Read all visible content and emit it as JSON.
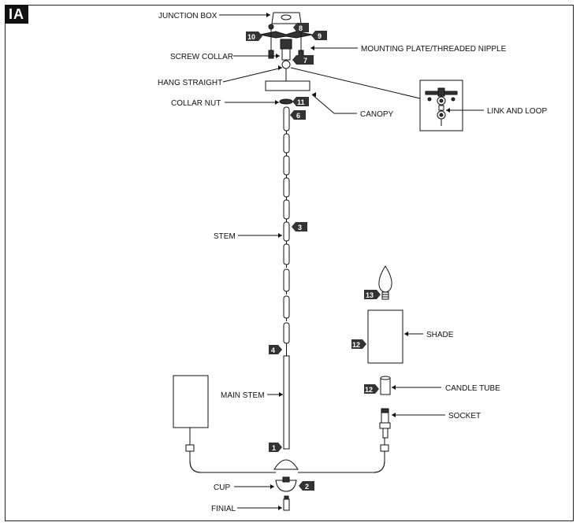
{
  "figure_tag": "IA",
  "labels": {
    "junction_box": "JUNCTION BOX",
    "mounting_plate": "MOUNTING PLATE/THREADED NIPPLE",
    "screw_collar": "SCREW COLLAR",
    "hang_straight": "HANG STRAIGHT",
    "collar_nut": "COLLAR NUT",
    "canopy": "CANOPY",
    "link_and_loop": "LINK AND LOOP",
    "stem": "STEM",
    "main_stem": "MAIN STEM",
    "cup": "CUP",
    "finial": "FINIAL",
    "shade": "SHADE",
    "candle_tube": "CANDLE TUBE",
    "socket": "SOCKET"
  },
  "badges": {
    "b10": "10",
    "b8": "8",
    "b9": "9",
    "b7": "7",
    "b11": "11",
    "b6": "6",
    "b3": "3",
    "b4": "4",
    "b1": "1",
    "b2": "2",
    "b13": "13",
    "b12_shade": "12",
    "b12_tube": "12"
  }
}
